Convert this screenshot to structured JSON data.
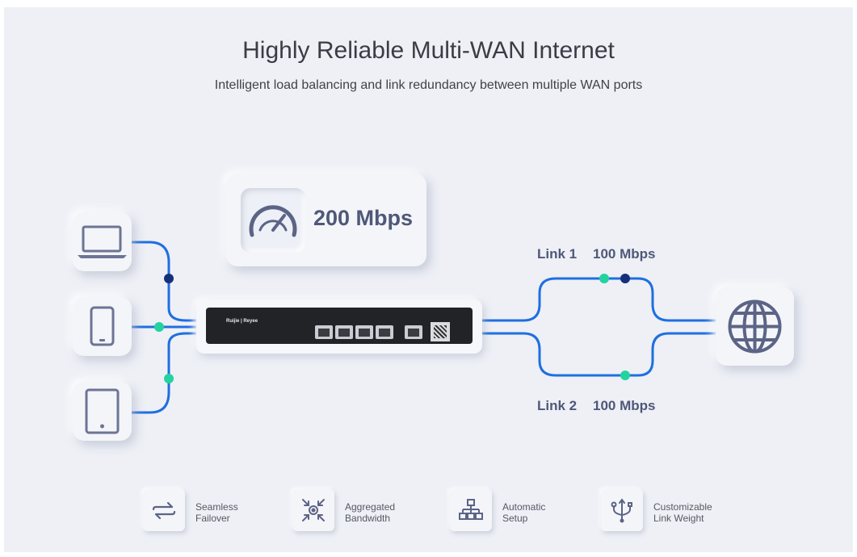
{
  "title": "Highly Reliable Multi-WAN Internet",
  "subtitle": "Intelligent load balancing and link redundancy between multiple WAN ports",
  "speed": {
    "value": "200 Mbps",
    "icon": "speedometer-icon"
  },
  "links": [
    {
      "name": "Link 1",
      "speed": "100 Mbps"
    },
    {
      "name": "Link 2",
      "speed": "100 Mbps"
    }
  ],
  "devices": [
    "laptop-icon",
    "phone-icon",
    "tablet-icon"
  ],
  "router": {
    "brand": "Ruijie | Reyee"
  },
  "internet_icon": "globe-icon",
  "colors": {
    "line": "#1f6fe0",
    "dot_green": "#22d3a0",
    "dot_navy": "#15307a",
    "icon": "#5c6486"
  },
  "features": [
    {
      "line1": "Seamless",
      "line2": "Failover",
      "icon": "failover-arrows-icon"
    },
    {
      "line1": "Aggregated",
      "line2": "Bandwidth",
      "icon": "aggregate-icon"
    },
    {
      "line1": "Automatic",
      "line2": "Setup",
      "icon": "network-tree-icon"
    },
    {
      "line1": "Customizable",
      "line2": "Link Weight",
      "icon": "usb-branch-icon"
    }
  ]
}
